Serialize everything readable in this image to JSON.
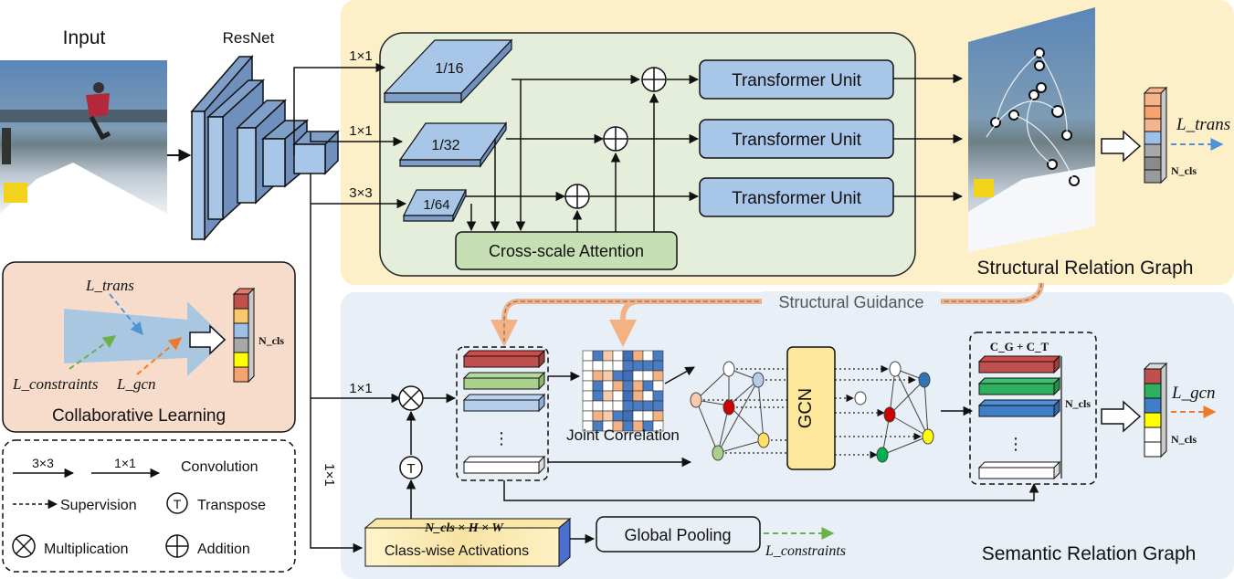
{
  "labels": {
    "input": "Input",
    "resnet": "ResNet",
    "conv_1x1_a": "1×1",
    "conv_1x1_b": "1×1",
    "conv_3x3": "3×3",
    "conv_1x1_semantic": "1×1",
    "conv_1x1_vertical": "1×1",
    "scale_16": "1/16",
    "scale_32": "1/32",
    "scale_64": "1/64",
    "transformer_unit": "Transformer Unit",
    "cross_scale_attention": "Cross-scale Attention",
    "structural_relation_graph": "Structural Relation Graph",
    "structural_guidance": "Structural Guidance",
    "joint_correlation": "Joint Correlation",
    "gcn": "GCN",
    "semantic_relation_graph": "Semantic Relation Graph",
    "global_pooling": "Global Pooling",
    "class_wise_activations": "Class-wise Activations",
    "activation_dims": "N_cls × H × W",
    "cg_ct": "C_G + C_T",
    "ncls": "N_cls",
    "ellipsis": "⋮",
    "collaborative_learning": "Collaborative  Learning",
    "l_trans": "L_trans",
    "l_gcn": "L_gcn",
    "l_constraints": "L_constraints"
  },
  "legend": {
    "conv3x3": "3×3",
    "conv1x1": "1×1",
    "convolution": "Convolution",
    "supervision": "Supervision",
    "transpose": "Transpose",
    "transpose_symbol": "T",
    "multiplication": "Multiplication",
    "addition": "Addition"
  },
  "colors": {
    "structural_bg": "#fdefc8",
    "semantic_bg": "#e9eff7",
    "inner_green": "#e4eedb",
    "blue_box": "#a8c6e8",
    "green_box": "#c7dfb4",
    "gcn_box": "#fde79a",
    "collab_bg": "#f7dccb",
    "l_trans_arrow": "#4f93d6",
    "l_gcn_arrow": "#ef7a2e",
    "l_constraints_arrow": "#6ab04c",
    "guidance_arrow": "#f4b183"
  }
}
